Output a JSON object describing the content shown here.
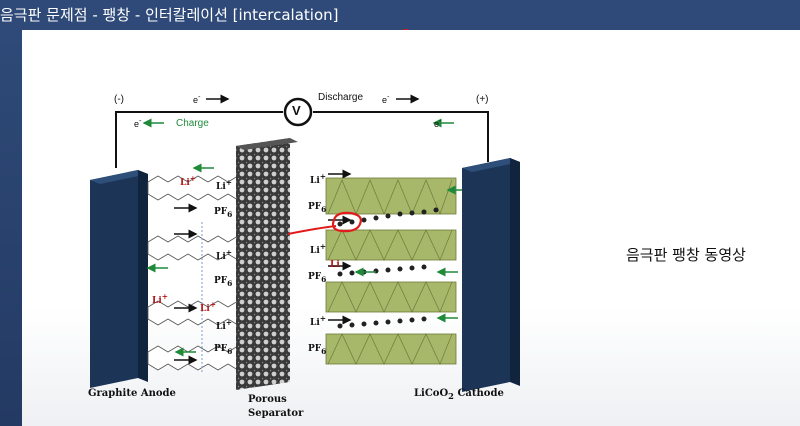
{
  "header": {
    "title": "음극판 문제점 - 팽창 - 인터칼레이션 [intercalation]"
  },
  "diagram": {
    "minus": "(-)",
    "plus": "(+)",
    "electron": "e",
    "electron_sup": "-",
    "discharge": "Discharge",
    "charge": "Charge",
    "voltmeter": "V",
    "li": "Li",
    "li_sup": "+",
    "pf": "PF",
    "pf_sub": "6",
    "pf_sup": "−",
    "anode_label": "Graphite Anode",
    "separator_label_1": "Porous",
    "separator_label_2": "Separator",
    "cathode_label_pre": "LiCoO",
    "cathode_label_sub": "2",
    "cathode_label_post": " Cathode"
  },
  "side_text": "음극판 팽창 동영상",
  "colors": {
    "title_bar": "#2f4a78",
    "annotation_red": "#e01b1b",
    "arrow_green": "#1f8a3a",
    "electrode_navy": "#1c3557",
    "cathode_green": "#a8b86a"
  }
}
